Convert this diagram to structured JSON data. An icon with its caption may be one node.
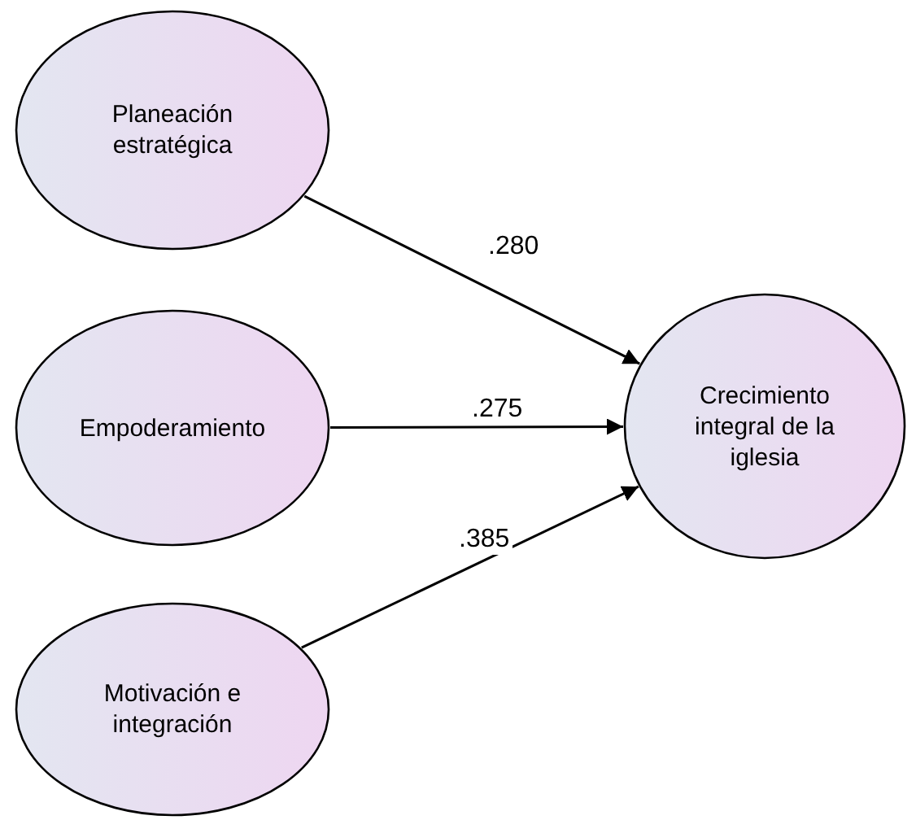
{
  "diagram": {
    "nodes": [
      {
        "text": [
          "Planeación estratégica"
        ]
      },
      {
        "text": [
          "Empoderamiento"
        ]
      },
      {
        "text": [
          "Motivación e integración"
        ]
      },
      {
        "text": [
          "Crecimiento integral de la iglesia"
        ]
      }
    ],
    "edges": [
      {
        "from": 0,
        "to": 3,
        "arrow": "to",
        "label": ".280"
      },
      {
        "from": 1,
        "to": 3,
        "arrow": "to",
        "label": ".275"
      },
      {
        "from": 2,
        "to": 3,
        "arrow": "to",
        "label": ".385"
      }
    ]
  }
}
